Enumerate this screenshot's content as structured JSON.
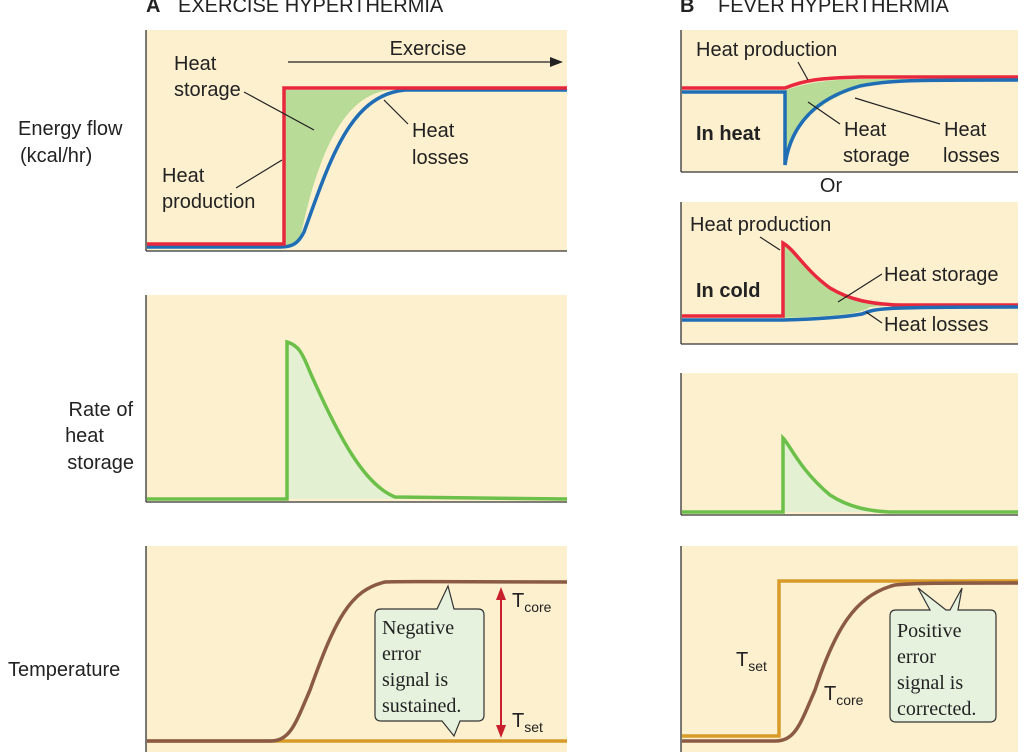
{
  "colors": {
    "panel_bg": "#fdf0cf",
    "heat_production": "#e8283c",
    "heat_losses": "#1f6db5",
    "heat_storage_fill": "#b8dc98",
    "storage_line": "#6cc04a",
    "storage_fill_light": "#e3f1d2",
    "t_core": "#8a5a44",
    "t_set": "#d89a28",
    "arrow_red": "#c8202c",
    "callout_bg": "#e6f2de"
  },
  "panel_a": {
    "letter": "A",
    "title": "EXERCISE HYPERTHERMIA",
    "exercise_label": "Exercise",
    "heat_storage_label_1": "Heat",
    "heat_storage_label_2": "storage",
    "heat_production_label_1": "Heat",
    "heat_production_label_2": "production",
    "heat_losses_label_1": "Heat",
    "heat_losses_label_2": "losses",
    "callout": [
      "Negative",
      "error",
      "signal is",
      "sustained."
    ],
    "t_core_main": "T",
    "t_core_sub": "core",
    "t_set_main": "T",
    "t_set_sub": "set"
  },
  "row_labels": {
    "energy_1": "Energy flow",
    "energy_2": "(kcal/hr)",
    "rate_1": "Rate of",
    "rate_2": "heat",
    "rate_3": "storage",
    "temperature": "Temperature"
  },
  "panel_b": {
    "letter": "B",
    "title": "FEVER HYPERTHERMIA",
    "heat_production_top": "Heat production",
    "in_heat": "In heat",
    "heat_storage_1": "Heat",
    "heat_storage_2": "storage",
    "heat_losses_1": "Heat",
    "heat_losses_2": "losses",
    "or": "Or",
    "heat_production_bottom": "Heat production",
    "in_cold": "In cold",
    "heat_storage_cold": "Heat storage",
    "heat_losses_cold": "Heat losses",
    "callout": [
      "Positive",
      "error",
      "signal is",
      "corrected."
    ],
    "t_set_main": "T",
    "t_set_sub": "set",
    "t_core_main": "T",
    "t_core_sub": "core"
  }
}
